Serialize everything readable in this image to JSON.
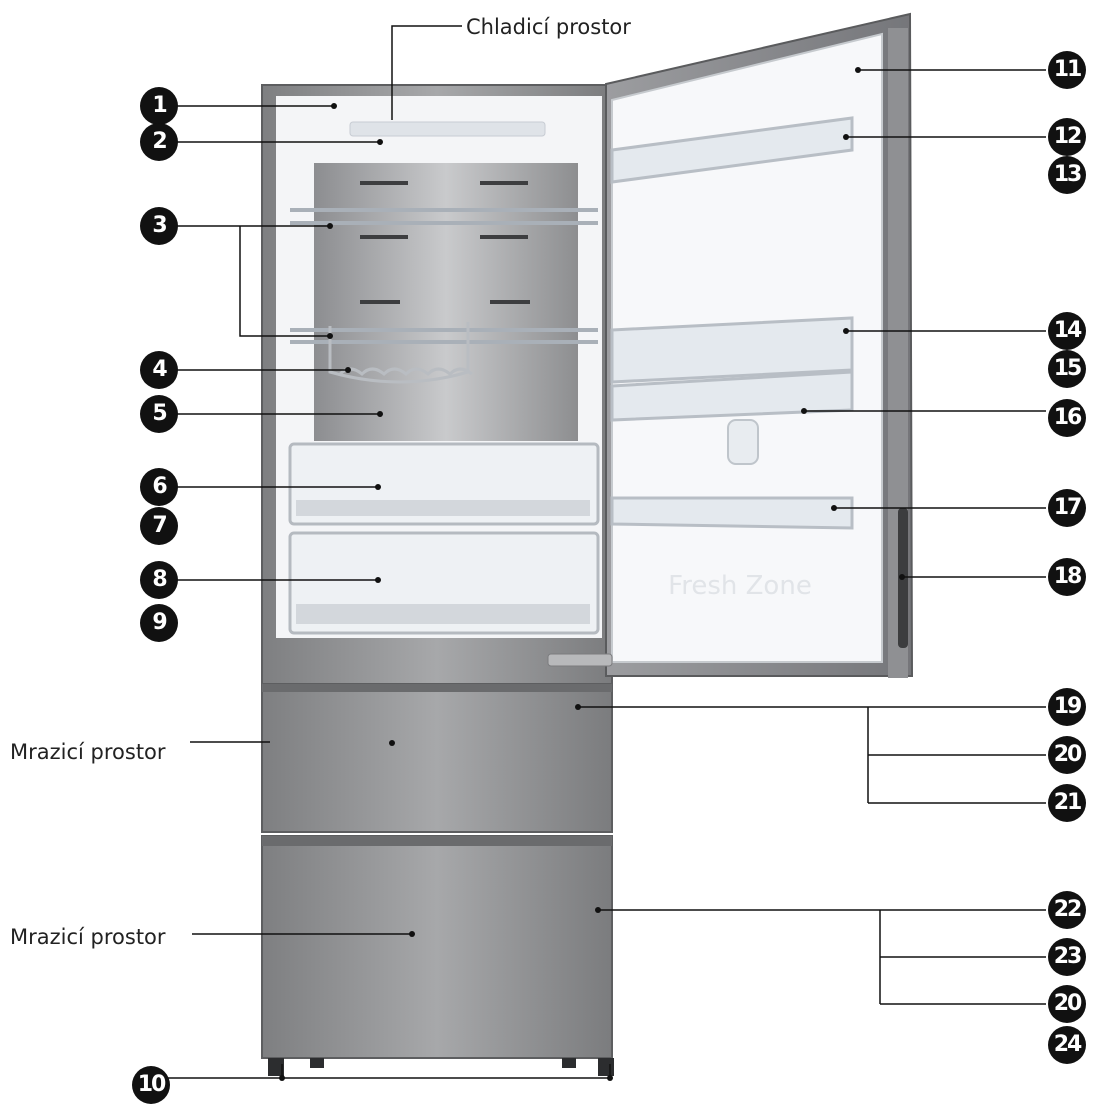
{
  "labels": {
    "fridge_zone": "Chladicí prostor",
    "freezer_zone_upper": "Mrazicí prostor",
    "freezer_zone_lower": "Mrazicí prostor",
    "brand_text": "Fresh Zone"
  },
  "callouts": {
    "c1": "1",
    "c2": "2",
    "c3": "3",
    "c4": "4",
    "c5": "5",
    "c6": "6",
    "c7": "7",
    "c8": "8",
    "c9": "9",
    "c11": "11",
    "c12": "12",
    "c13": "13",
    "c14": "14",
    "c15": "15",
    "c16": "16",
    "c17": "17",
    "c18": "18",
    "c19": "19",
    "c20a": "20",
    "c21": "21",
    "c22": "22",
    "c23": "23",
    "c20b": "20",
    "c24": "24",
    "c10": "10"
  },
  "colors": {
    "steel": "#9a9b9d",
    "steel_dark": "#6f7072",
    "interior": "#f3f4f6",
    "badge": "#111111",
    "line": "#111111"
  }
}
